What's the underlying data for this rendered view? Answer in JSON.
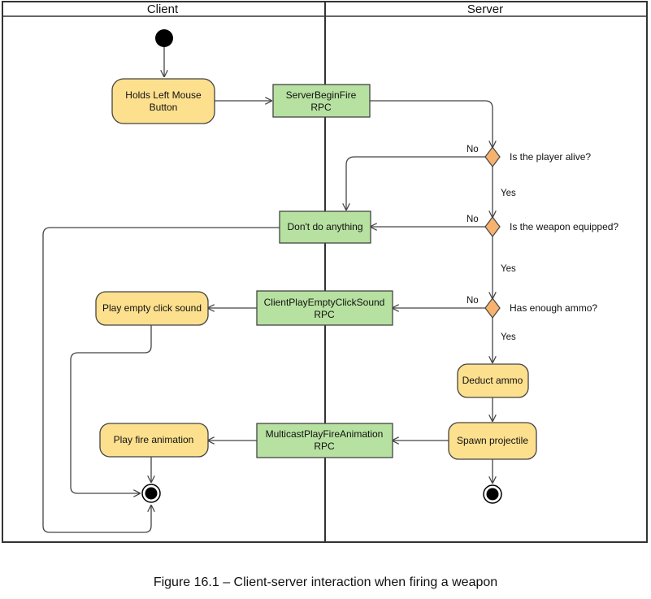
{
  "lanes": {
    "client": "Client",
    "server": "Server"
  },
  "nodes": {
    "hold_mouse": [
      "Holds Left Mouse",
      "Button"
    ],
    "server_begin_fire": [
      "ServerBeginFire",
      "RPC"
    ],
    "dont_do_anything": [
      "Don't do anything"
    ],
    "client_play_empty_click": [
      "ClientPlayEmptyClickSound",
      "RPC"
    ],
    "play_empty_click": [
      "Play empty click sound"
    ],
    "deduct_ammo": [
      "Deduct ammo"
    ],
    "spawn_projectile": [
      "Spawn projectile"
    ],
    "multicast_play_fire": [
      "MulticastPlayFireAnimation",
      "RPC"
    ],
    "play_fire_animation": [
      "Play fire animation"
    ]
  },
  "decisions": {
    "alive": "Is the player alive?",
    "weapon": "Is the weapon equipped?",
    "ammo": "Has enough ammo?"
  },
  "edge_labels": {
    "no": "No",
    "yes": "Yes"
  },
  "colors": {
    "action_fill": "#fde08e",
    "rpc_fill": "#b7e1a1",
    "decision_fill": "#f7b26e",
    "stroke": "#444444"
  },
  "caption": "Figure 16.1 – Client-server interaction when firing a weapon"
}
